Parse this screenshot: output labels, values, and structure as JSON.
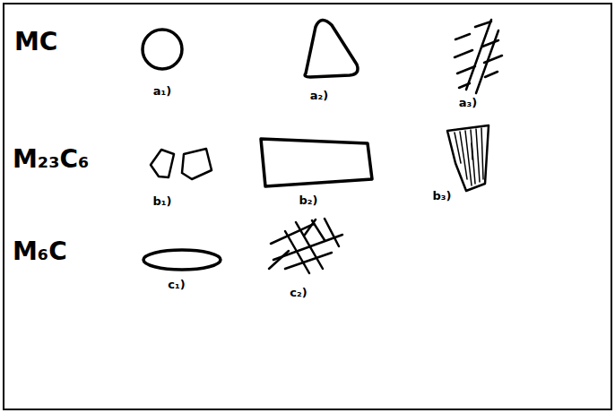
{
  "diagram": {
    "labels": [
      "MC",
      "a₁)",
      "a₂)",
      "a₃)",
      "M₂₃C₆",
      "b₁)",
      "b₂)",
      "b₃)",
      "M₆C",
      "c₁)",
      "c₂)"
    ]
  }
}
